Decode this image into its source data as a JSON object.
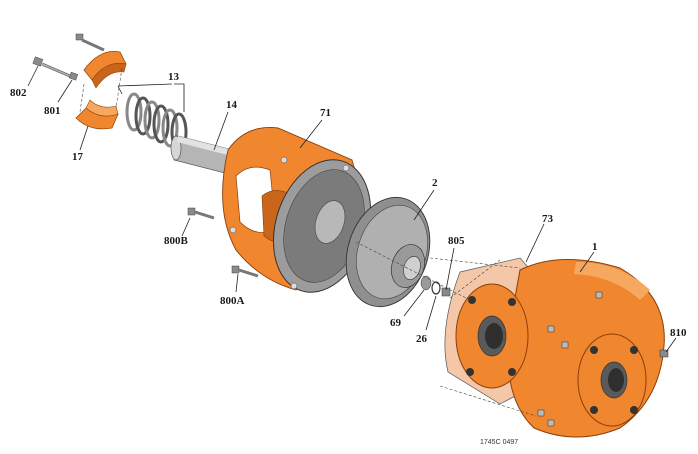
{
  "colors": {
    "orange": "#f0862e",
    "orange_dark": "#c9651a",
    "orange_light": "#f7a860",
    "grey": "#8a8a8a",
    "grey_dark": "#555555",
    "grey_light": "#c8c8c8",
    "gasket": "#f3c7a8"
  },
  "callouts": {
    "p802": "802",
    "p801": "801",
    "p17": "17",
    "p13": "13",
    "p14": "14",
    "p71": "71",
    "p2": "2",
    "p800b": "800B",
    "p800a": "800A",
    "p805": "805",
    "p73": "73",
    "p1": "1",
    "p69": "69",
    "p26": "26",
    "p810": "810"
  },
  "drawing_code": "1745C 0497"
}
